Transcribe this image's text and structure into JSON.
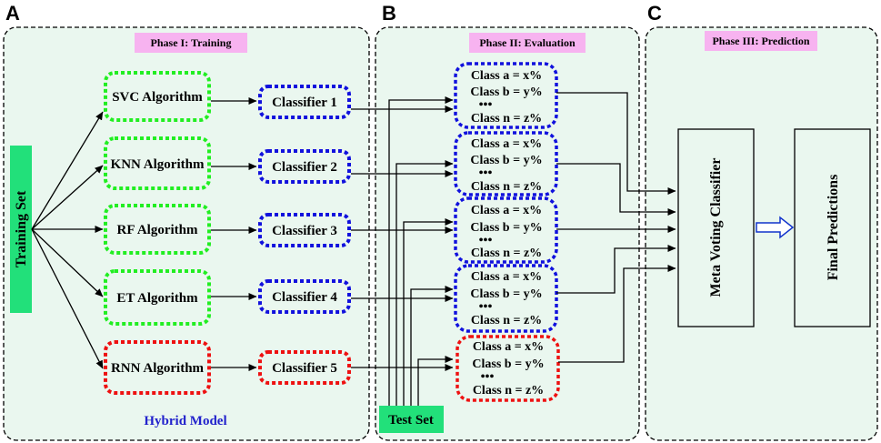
{
  "panels": {
    "a": "A",
    "b": "B",
    "c": "C"
  },
  "phases": {
    "training": "Phase I: Training",
    "evaluation": "Phase II: Evaluation",
    "prediction": "Phase III: Prediction"
  },
  "training_set": "Training Set",
  "test_set": "Test Set",
  "hybrid_model": "Hybrid Model",
  "algorithms": [
    "SVC Algorithm",
    "KNN Algorithm",
    "RF Algorithm",
    "ET Algorithm",
    "RNN Algorithm"
  ],
  "classifiers": [
    "Classifier 1",
    "Classifier 2",
    "Classifier 3",
    "Classifier 4",
    "Classifier 5"
  ],
  "probability_sets": [
    [
      "Class a = x%",
      "Class b = y%",
      "•••",
      "Class n = z%"
    ],
    [
      "Class a = x%",
      "Class b = y%",
      "•••",
      "Class n = z%"
    ],
    [
      "Class a = x%",
      "Class b = y%",
      "•••",
      "Class n = z%"
    ],
    [
      "Class a = x%",
      "Class b = y%",
      "•••",
      "Class n = z%"
    ],
    [
      "Class a = x%",
      "Class b = y%",
      "•••",
      "Class n = z%"
    ]
  ],
  "meta_voting": "Meta Voting Classifier",
  "final_predictions": "Final Predictions",
  "colors": {
    "panel_bg": "#eaf7ef",
    "phase_label_bg": "#f7b3f0",
    "green_box": "#22ee22",
    "blue_box": "#1111dd",
    "red_box": "#ee1111",
    "green_fill": "#22e07a",
    "hybrid_text": "#2222cc",
    "open_arrow": "#1133cc"
  }
}
